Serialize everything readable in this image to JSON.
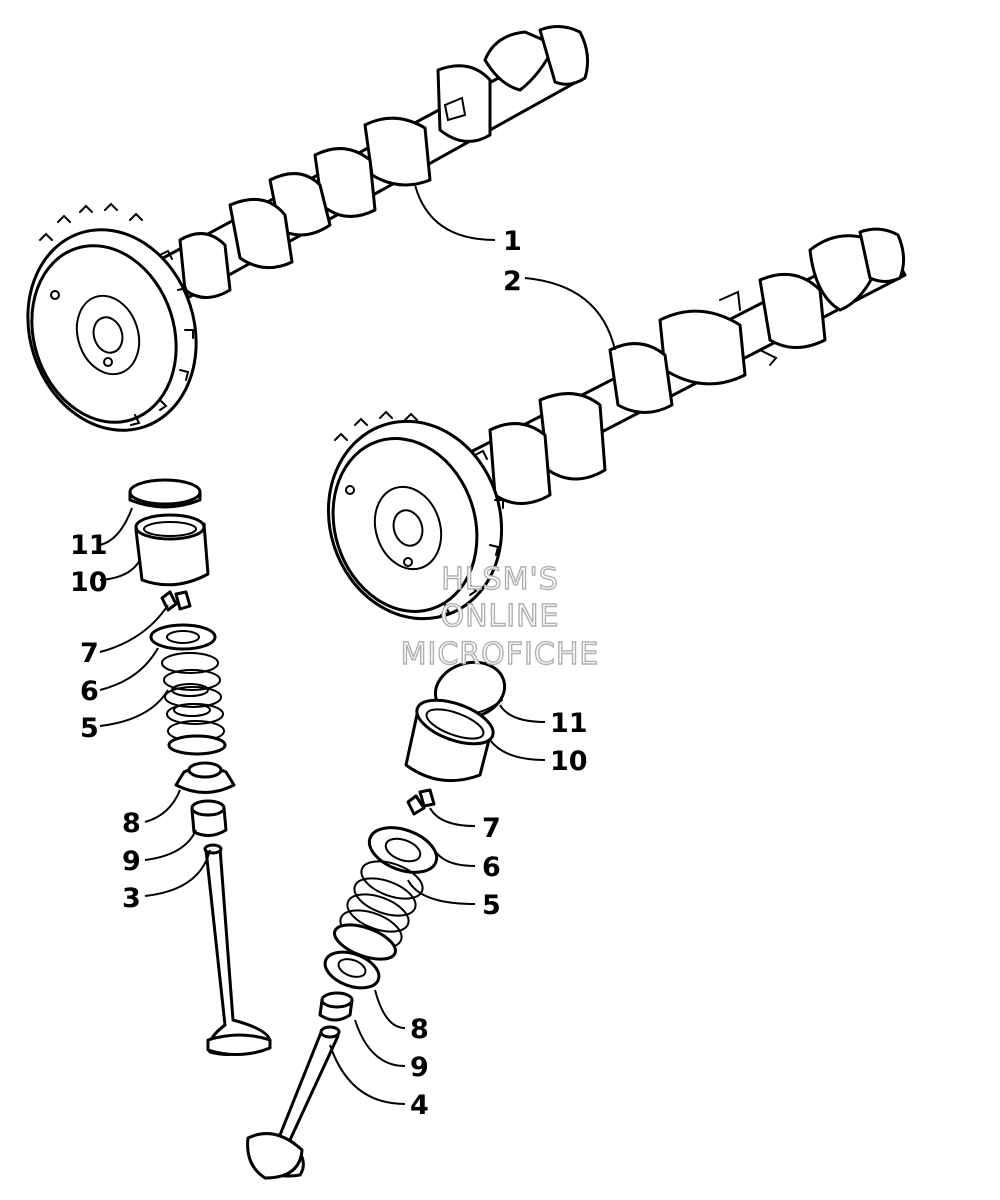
{
  "watermark": {
    "line1": "HLSM'S",
    "line2": "ONLINE",
    "line3": "MICROFICHE"
  },
  "callouts": {
    "c1": "1",
    "c2": "2",
    "l11": "11",
    "l10": "10",
    "l7": "7",
    "l6": "6",
    "l5": "5",
    "l8": "8",
    "l9": "9",
    "l3": "3",
    "r11": "11",
    "r10": "10",
    "r7": "7",
    "r6": "6",
    "r5": "5",
    "r8": "8",
    "r9": "9",
    "r4": "4"
  },
  "colors": {
    "line": "#000000",
    "watermark_outline": "#b0b0b0",
    "background": "#ffffff"
  }
}
